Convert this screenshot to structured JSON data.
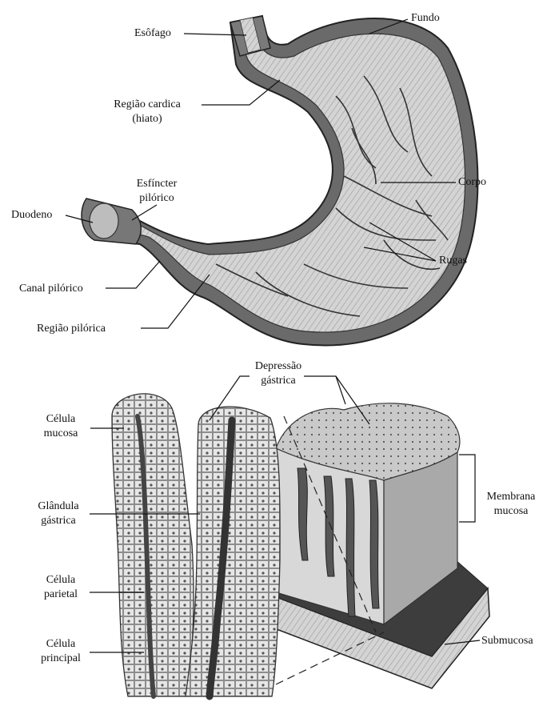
{
  "labels": {
    "esofago": "Esôfago",
    "fundo": "Fundo",
    "regiao_cardica": "Região cardica",
    "hiato": "(hiato)",
    "esfincter": "Esfíncter",
    "pilorico": "pilórico",
    "duodeno": "Duodeno",
    "corpo": "Corpo",
    "rugas": "Rugas",
    "canal_pilorico": "Canal pilórico",
    "regiao_pilorica": "Região pilórica",
    "depressao": "Depressão",
    "gastrica": "gástrica",
    "celula_mucosa_1": "Célula",
    "celula_mucosa_2": "mucosa",
    "glandula": "Glândula",
    "glandula_2": "gástrica",
    "membrana": "Membrana",
    "membrana_2": "mucosa",
    "celula_parietal_1": "Célula",
    "celula_parietal_2": "parietal",
    "celula_principal_1": "Célula",
    "celula_principal_2": "principal",
    "submucosa": "Submucosa"
  },
  "colors": {
    "ink": "#111111",
    "tissue": "#cfcfcf",
    "tissue_dark": "#8a8a8a",
    "wall": "#5a5a5a"
  }
}
